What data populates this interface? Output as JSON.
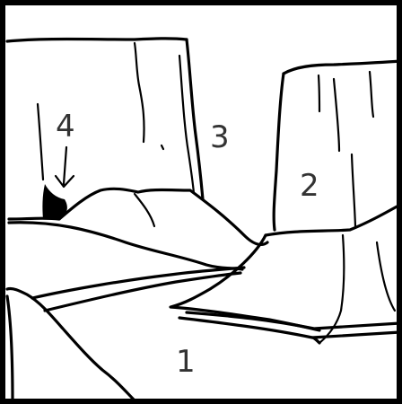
{
  "labels": {
    "label_1": "1",
    "label_2": "2",
    "label_3": "3",
    "label_4": "4"
  },
  "colors": {
    "line": "#000000",
    "label": "#333333",
    "background": "#ffffff"
  }
}
